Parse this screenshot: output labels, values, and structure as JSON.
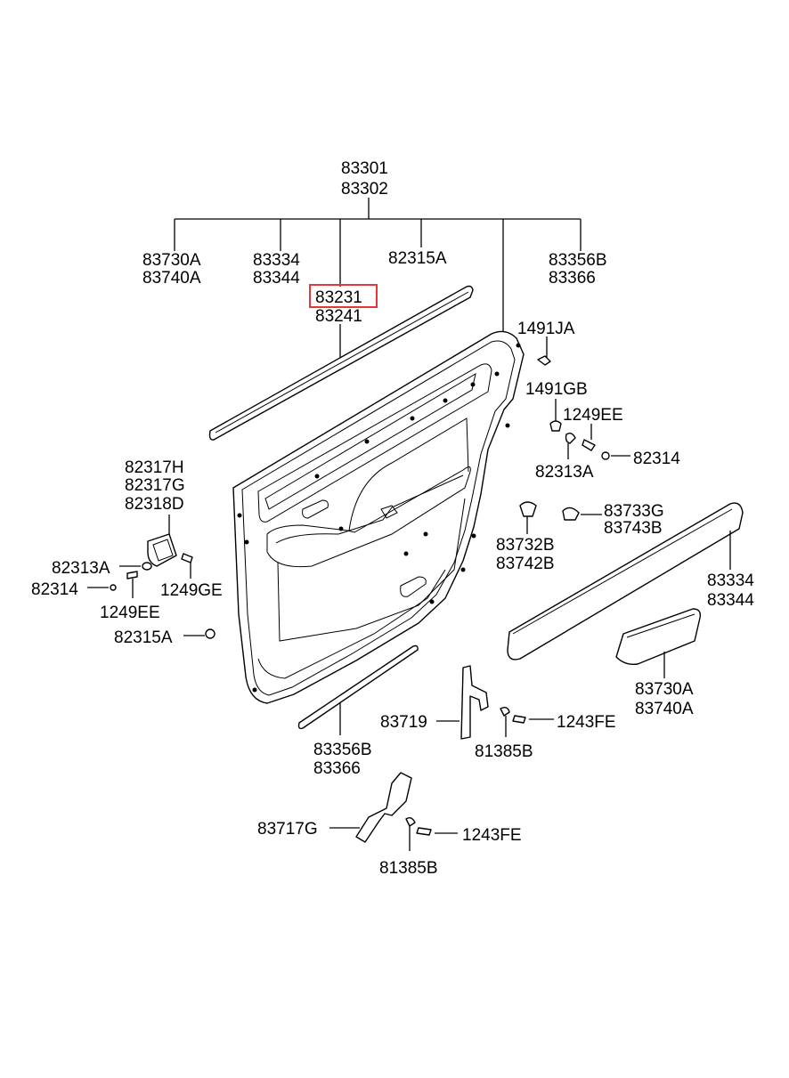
{
  "labels": {
    "top_a": "83301",
    "top_b": "83302",
    "l1a": "83730A",
    "l1b": "83740A",
    "l2a": "83334",
    "l2b": "83344",
    "l3": "82315A",
    "l4a": "83356B",
    "l4b": "83366",
    "hl_a": "83231",
    "hl_b": "83241",
    "s1491ja": "1491JA",
    "s1491gb": "1491GB",
    "s1249ee_r": "1249EE",
    "s82314_r": "82314",
    "s82313a_r": "82313A",
    "h1": "82317H",
    "h2": "82317G",
    "h3": "82318D",
    "s82313a_l": "82313A",
    "s82314_l": "82314",
    "s1249ge": "1249GE",
    "s1249ee_l": "1249EE",
    "s82315a_l": "82315A",
    "c1a": "83732B",
    "c1b": "83742B",
    "c2a": "83733G",
    "c2b": "83743B",
    "m1a": "83334",
    "m1b": "83344",
    "m2a": "83730A",
    "m2b": "83740A",
    "b1": "83719",
    "b1s": "81385B",
    "b1f": "1243FE",
    "ba": "83356B",
    "bb": "83366",
    "b2": "83717G",
    "b2s": "81385B",
    "b2f": "1243FE"
  },
  "highlight": {
    "part": "83231",
    "color": "#e8353b"
  }
}
